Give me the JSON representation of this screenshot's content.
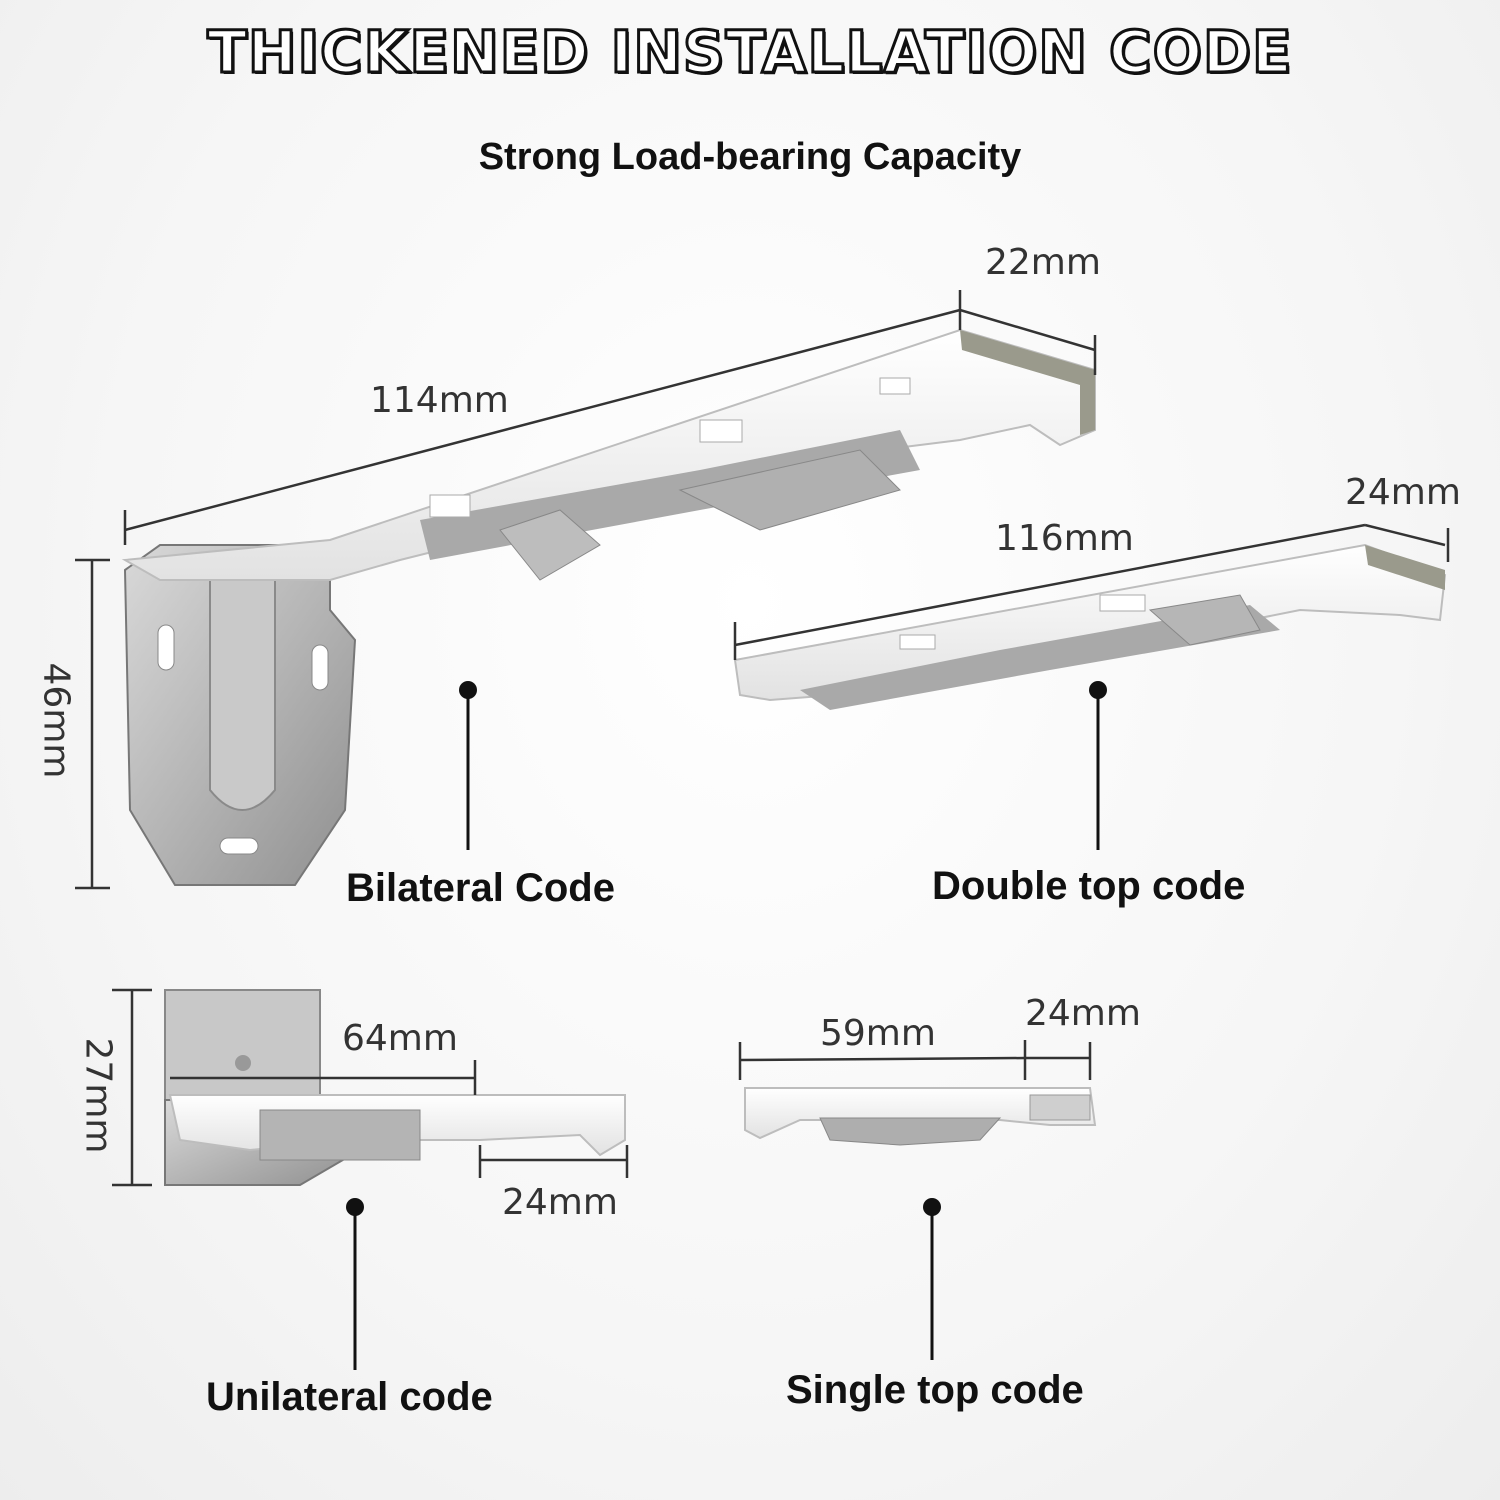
{
  "header": {
    "title": "THICKENED INSTALLATION CODE",
    "subtitle": "Strong Load-bearing Capacity"
  },
  "dimensions": {
    "bilateral_width": "22mm",
    "bilateral_length": "114mm",
    "bilateral_height": "46mm",
    "double_top_width": "24mm",
    "double_top_length": "116mm",
    "unilateral_height": "27mm",
    "unilateral_length": "64mm",
    "unilateral_width": "24mm",
    "single_top_length": "59mm",
    "single_top_width": "24mm"
  },
  "labels": {
    "bilateral": "Bilateral Code",
    "double_top": "Double top code",
    "unilateral": "Unilateral code",
    "single_top": "Single top code"
  }
}
